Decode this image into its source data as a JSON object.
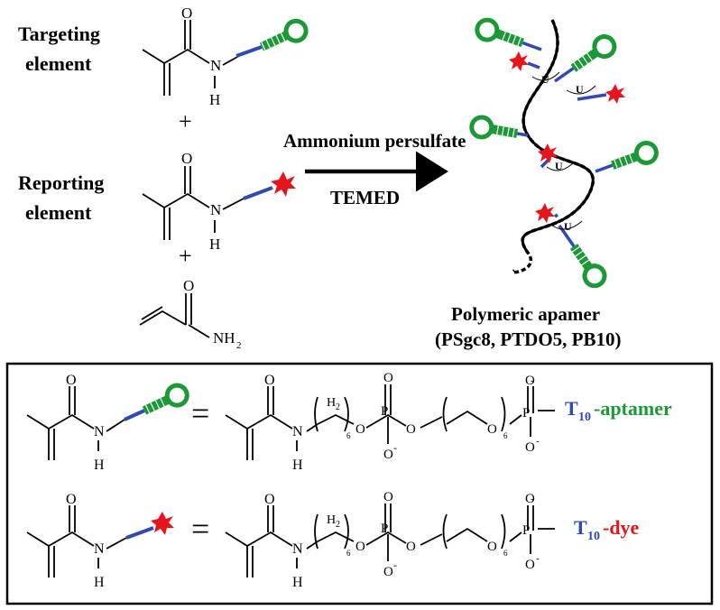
{
  "labels": {
    "targeting_line1": "Targeting",
    "targeting_line2": "element",
    "reporting_line1": "Reporting",
    "reporting_line2": "element",
    "plus": "+",
    "arrow_top": "Ammonium persulfate",
    "arrow_bottom": "TEMED",
    "product_line1": "Polymeric apamer",
    "product_line2": "(PSgc8, PTDO5, PB10)"
  },
  "atoms": {
    "O": "O",
    "N": "N",
    "H": "H",
    "NH2": "NH",
    "NH2_sub": "2",
    "H2": "H",
    "H2_sub": "2",
    "P": "P",
    "Ominus": "O",
    "minus": "-",
    "repeat6": "6",
    "polymer_U": "U"
  },
  "legend": {
    "equals": "=",
    "aptamer_prefix": "T",
    "aptamer_sub": "10",
    "aptamer_suffix": "-aptamer",
    "dye_prefix": "T",
    "dye_sub": "10",
    "dye_suffix": "-dye"
  },
  "colors": {
    "aptamer_green": "#1a9a35",
    "linker_blue": "#2f49b8",
    "dye_red": "#e8141c",
    "text_black": "#000000"
  },
  "icons": [
    "aptamer-hairpin-icon",
    "dye-star-icon",
    "polymer-backbone-icon"
  ]
}
